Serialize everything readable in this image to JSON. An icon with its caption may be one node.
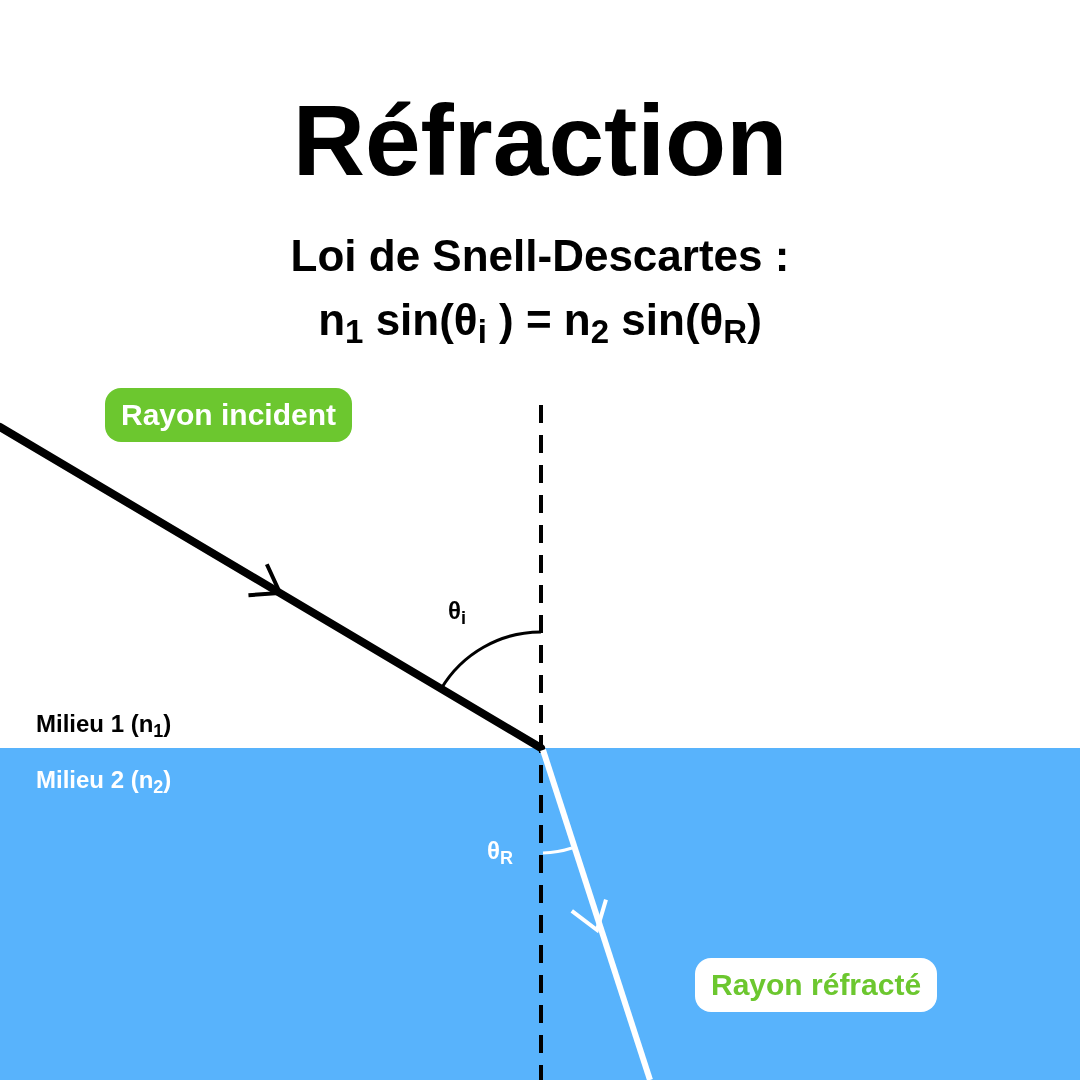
{
  "diagram": {
    "title": "Réfraction",
    "nodes": [
      {
        "text": [
          "Rayon incident"
        ]
      },
      {
        "text": [
          "Rayon réfracté"
        ]
      }
    ],
    "labels": [
      "Loi de Snell-Descartes :",
      "n$_{1}$ sin(θ$_{i}$ ) = n$_{2}$ sin(θ$_{R}$)",
      "θ$_{i}$",
      "Milieu 1 (n$_{1}$)",
      "Milieu 2 (n$_{2}$)",
      "θ$_{R}$"
    ]
  }
}
